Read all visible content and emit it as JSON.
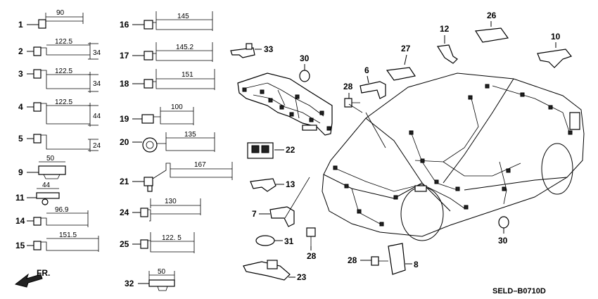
{
  "diagram_code": "SELD–B0710D",
  "front_label": "FR.",
  "clips": [
    {
      "num": "1",
      "dim": "90"
    },
    {
      "num": "2",
      "dim": "122.5",
      "dim2": "34"
    },
    {
      "num": "3",
      "dim": "122.5",
      "dim2": "34"
    },
    {
      "num": "4",
      "dim": "122.5",
      "dim2": "44"
    },
    {
      "num": "5",
      "dim2": "24"
    },
    {
      "num": "9",
      "dim": "50"
    },
    {
      "num": "11",
      "dim": "44"
    },
    {
      "num": "14",
      "dim": "96.9"
    },
    {
      "num": "15",
      "dim": "151.5"
    },
    {
      "num": "16",
      "dim": "145"
    },
    {
      "num": "17",
      "dim": "145.2"
    },
    {
      "num": "18",
      "dim": "151"
    },
    {
      "num": "19",
      "dim": "100"
    },
    {
      "num": "20",
      "dim": "135"
    },
    {
      "num": "21",
      "dim": "167"
    },
    {
      "num": "24",
      "dim": "130"
    },
    {
      "num": "25",
      "dim": "122. 5"
    },
    {
      "num": "32",
      "dim": "50"
    }
  ],
  "parts": [
    {
      "num": "33"
    },
    {
      "num": "30"
    },
    {
      "num": "22"
    },
    {
      "num": "13"
    },
    {
      "num": "7"
    },
    {
      "num": "31"
    },
    {
      "num": "23"
    },
    {
      "num": "28"
    },
    {
      "num": "6"
    },
    {
      "num": "27"
    },
    {
      "num": "12"
    },
    {
      "num": "26"
    },
    {
      "num": "10"
    },
    {
      "num": "8"
    }
  ],
  "extra_labels": {
    "n28b": "28",
    "n28c": "28",
    "n30b": "30"
  }
}
